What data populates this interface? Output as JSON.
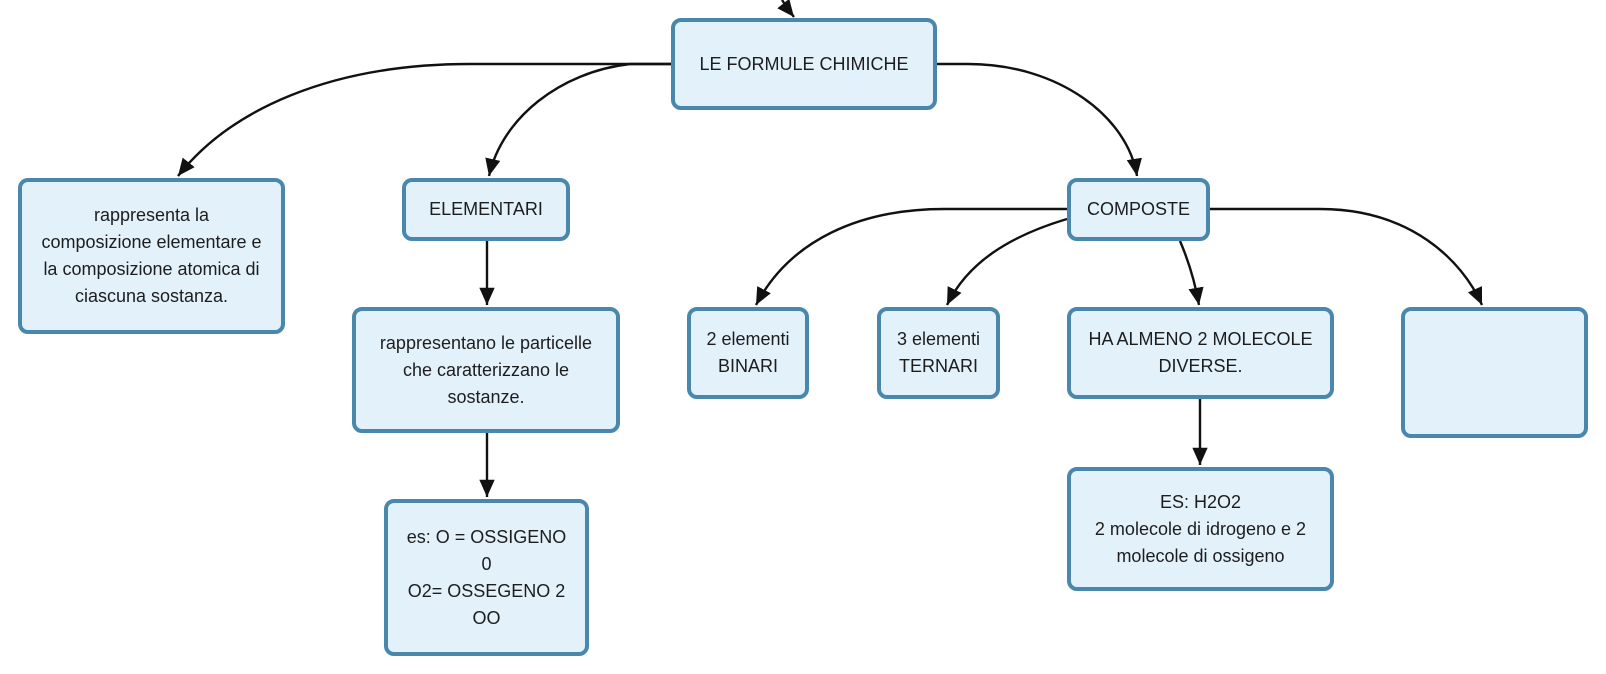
{
  "diagram": {
    "type": "concept-map",
    "colors": {
      "node_fill": "#e3f1fb",
      "node_border": "#4a87ad",
      "edge": "#111111",
      "text": "#1d1d1d"
    },
    "nodes": {
      "root": "LE FORMULE CHIMICHE",
      "definition": "rappresenta la\ncomposizione elementare e\nla composizione atomica di\nciascuna sostanza.",
      "elementari": "ELEMENTARI",
      "composte": "COMPOSTE",
      "elementari_desc": "rappresentano le particelle\nche caratterizzano le\nsostanze.",
      "elementari_example": "es: O = OSSIGENO\n0\nO2= OSSEGENO 2\nOO",
      "binari": "2 elementi\nBINARI",
      "ternari": "3 elementi\nTERNARI",
      "ha_almeno": "HA ALMENO 2 MOLECOLE\nDIVERSE.",
      "composte_example": "ES: H2O2\n2 molecole di idrogeno e 2\nmolecole di ossigeno",
      "empty": ""
    },
    "edges": [
      {
        "from": "above",
        "to": "root"
      },
      {
        "from": "root",
        "to": "definition"
      },
      {
        "from": "root",
        "to": "elementari"
      },
      {
        "from": "root",
        "to": "composte"
      },
      {
        "from": "elementari",
        "to": "elementari_desc"
      },
      {
        "from": "elementari_desc",
        "to": "elementari_example"
      },
      {
        "from": "composte",
        "to": "binari"
      },
      {
        "from": "composte",
        "to": "ternari"
      },
      {
        "from": "composte",
        "to": "ha_almeno"
      },
      {
        "from": "composte",
        "to": "empty"
      },
      {
        "from": "ha_almeno",
        "to": "composte_example"
      }
    ]
  }
}
